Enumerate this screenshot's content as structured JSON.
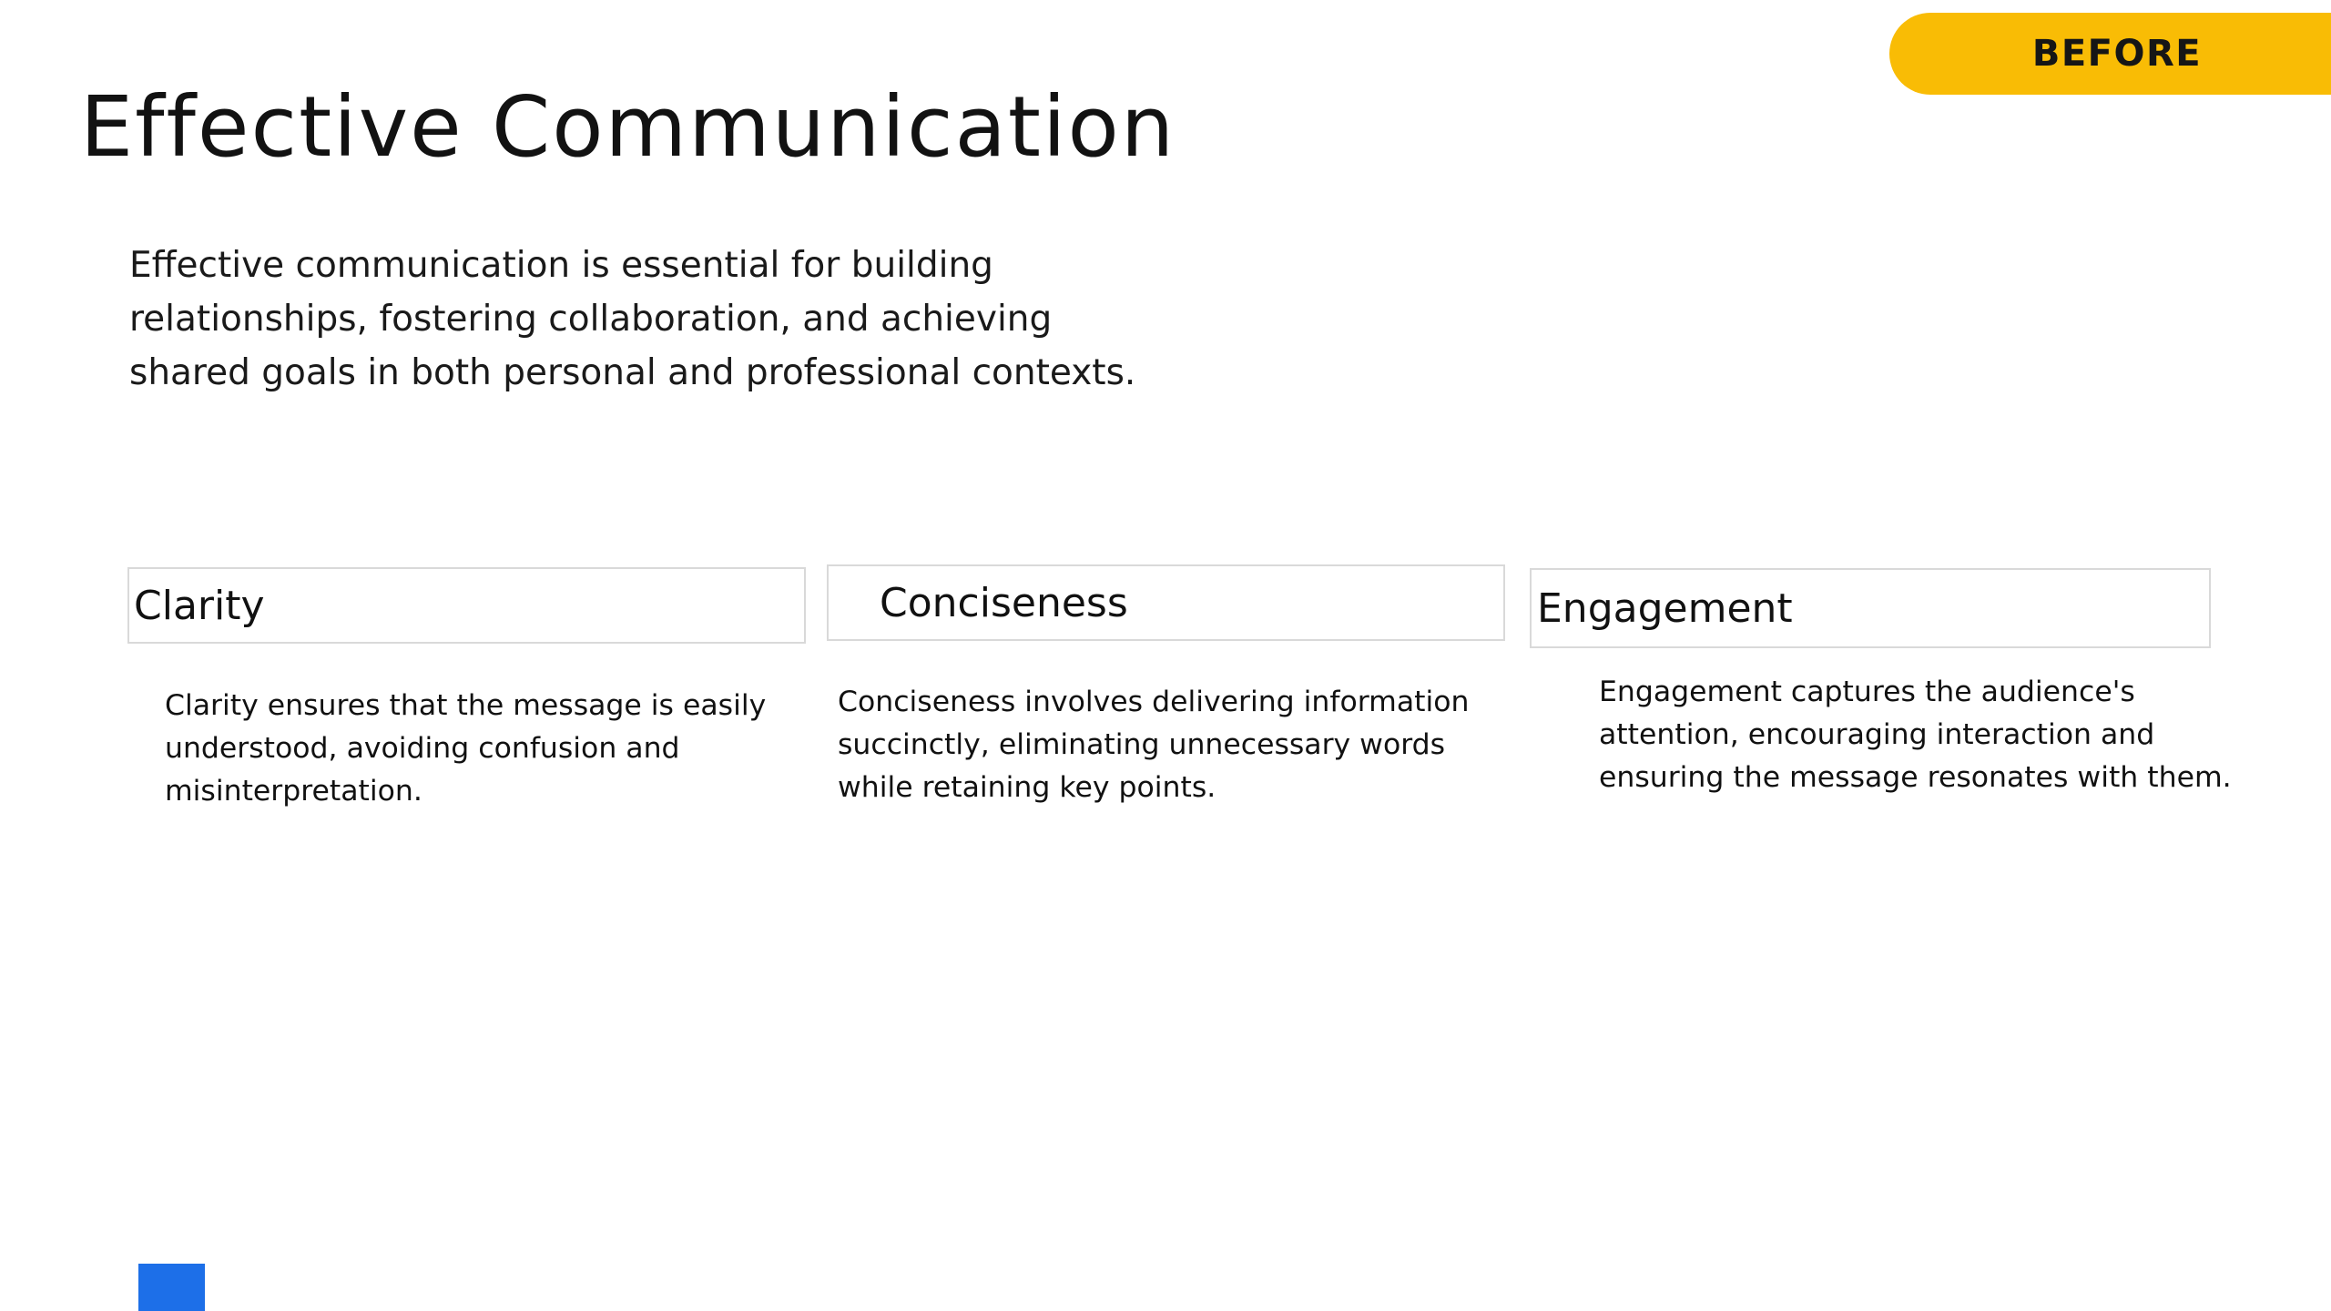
{
  "badge": {
    "label": "BEFORE",
    "background": "#f9bc05",
    "text_color": "#161616"
  },
  "title": "Effective Communication",
  "intro": "Effective communication is essential for building\nrelationships, fostering collaboration, and achieving\nshared goals in both personal and professional contexts.",
  "sections": [
    {
      "heading": "Clarity",
      "description": "Clarity ensures that the message is easily\nunderstood, avoiding confusion and\nmisinterpretation."
    },
    {
      "heading": "Conciseness",
      "description": "Conciseness involves delivering information\nsuccinctly, eliminating unnecessary words\nwhile retaining key points."
    },
    {
      "heading": "Engagement",
      "description": "Engagement captures the audience's\nattention, encouraging interaction and\nensuring the message resonates with them."
    }
  ],
  "colors": {
    "background": "#ffffff",
    "text": "#1a1a1a",
    "box_border": "#d9d9d9",
    "accent_shape": "#1d6fe8"
  }
}
